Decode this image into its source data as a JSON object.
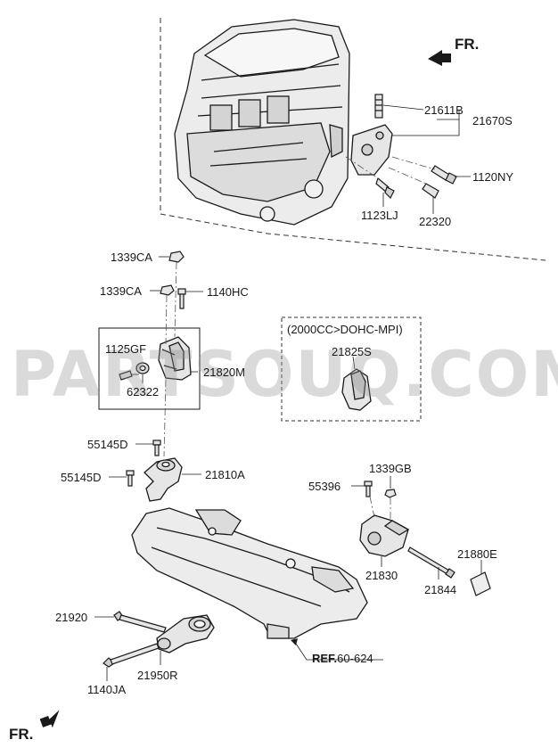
{
  "direction": {
    "top": "FR.",
    "bottom": "FR."
  },
  "watermark": "PARTSOUQ.COM",
  "option_box": {
    "caption": "(2000CC>DOHC-MPI)"
  },
  "reference": {
    "prefix": "REF.",
    "number": "60-624"
  },
  "part_numbers": {
    "p21611B": "21611B",
    "p21670S": "21670S",
    "p1120NY": "1120NY",
    "p1123LJ": "1123LJ",
    "p22320": "22320",
    "p1339CA_top": "1339CA",
    "p1339CA_mid": "1339CA",
    "p1140HC": "1140HC",
    "p1125GF": "1125GF",
    "p62322": "62322",
    "p21820M": "21820M",
    "p21825S": "21825S",
    "p55145D_top": "55145D",
    "p55145D_bot": "55145D",
    "p21810A": "21810A",
    "p1339GB": "1339GB",
    "p55396": "55396",
    "p21830": "21830",
    "p21880E": "21880E",
    "p21844": "21844",
    "p21920": "21920",
    "p21950R": "21950R",
    "p1140JA": "1140JA"
  },
  "colors": {
    "line": "#1a1a1a",
    "part_fill": "#e6e6e6",
    "part_shade": "#bdbdbd",
    "watermark": "#969696"
  }
}
